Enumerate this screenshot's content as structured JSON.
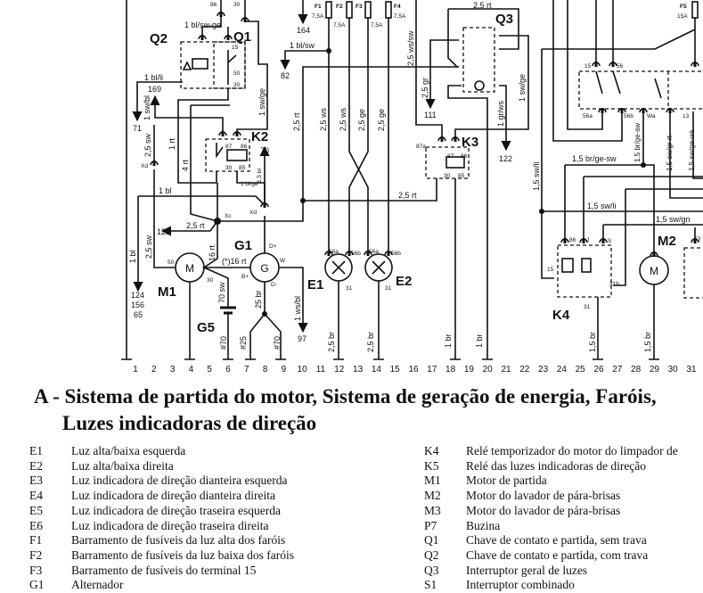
{
  "diagram": {
    "texts": [
      "Q2",
      "Q1",
      "K2",
      "K3",
      "Q3",
      "K4",
      "M1",
      "M2",
      "G1",
      "G5",
      "E1",
      "E2",
      "F1",
      "F2",
      "F3",
      "F4",
      "F5",
      "7,5A",
      "7,5A",
      "7,5A",
      "7,5A",
      "15A",
      "1 bl/sw-ge",
      "1 bl/li",
      "169",
      "71",
      "1 sw/bl",
      "2,5 sw",
      "1 rt",
      "4 rt",
      "1 sw/ge",
      "70",
      "1,5 bl",
      "1 bl/ge",
      "1 bl",
      "2,5 rt",
      "Xc",
      "Xd",
      "Xd",
      "129",
      "2,5 sw",
      "16 rt",
      "(*)16 rt",
      "70 sw",
      "25 br",
      "1 ws/bl",
      "97",
      "#70",
      "#25",
      "#70",
      "124",
      "156",
      "65",
      "1 bl",
      "164",
      "1 bl/sw",
      "82",
      "2,5 rt",
      "2,5 ws",
      "2,5 ws",
      "2,5 ge",
      "2,5 ge",
      "2,5 ws/sw",
      "2,5 rt",
      "2,5 br",
      "2,5 br",
      "2,5 rt",
      "2,5 gr",
      "111",
      "1 gr/ws",
      "1 sw/ge",
      "122",
      "87a",
      "1 br",
      "1 br",
      "1,5 sw/li",
      "1,5 br/ge-sw",
      "1,5 br/ge-sw",
      "1,5 sw/gr-rt",
      "1,5 sw/ge-ws",
      "1,5 sw/li",
      "1,5 sw/gn",
      "1,5 br",
      "1,5 br",
      "86",
      "30",
      "15",
      "50",
      "30",
      "87",
      "86",
      "30",
      "85",
      "D+",
      "W",
      "B+",
      "D-",
      "50",
      "30",
      "56a",
      "56b",
      "56a",
      "56b",
      "31",
      "31",
      "87",
      "86",
      "30",
      "85",
      "15",
      "56",
      "56a",
      "56b",
      "Wa",
      "13",
      "86",
      "J",
      "S",
      "15",
      "31b",
      "31",
      "53"
    ],
    "columns": [
      "1",
      "2",
      "3",
      "4",
      "5",
      "6",
      "7",
      "8",
      "9",
      "10",
      "11",
      "12",
      "13",
      "14",
      "15",
      "16",
      "17",
      "18",
      "19",
      "20",
      "21",
      "22",
      "23",
      "24",
      "25",
      "26",
      "27",
      "28",
      "29",
      "30",
      "31"
    ]
  },
  "title": {
    "line1": "A - Sistema de partida do motor, Sistema de geração de energia, Faróis,",
    "line2": "Luzes indicadoras de direção"
  },
  "legend": {
    "left": [
      {
        "code": "E1",
        "desc": "Luz alta/baixa esquerda"
      },
      {
        "code": "E2",
        "desc": "Luz alta/baixa direita"
      },
      {
        "code": "E3",
        "desc": "Luz indicadora de direção dianteira esquerda"
      },
      {
        "code": "E4",
        "desc": "Luz indicadora de direção dianteira direita"
      },
      {
        "code": "E5",
        "desc": "Luz indicadora de direção traseira esquerda"
      },
      {
        "code": "E6",
        "desc": "Luz indicadora de direção traseira direita"
      },
      {
        "code": "F1",
        "desc": "Barramento de fusíveis da luz alta dos faróis"
      },
      {
        "code": "F2",
        "desc": "Barramento de fusíveis da luz baixa dos faróis"
      },
      {
        "code": "F3",
        "desc": "Barramento de fusíveis do terminal 15"
      },
      {
        "code": "G1",
        "desc": "Alternador"
      }
    ],
    "right": [
      {
        "code": "K4",
        "desc": "Relé temporizador do motor do limpador de"
      },
      {
        "code": "K5",
        "desc": "Relé das luzes indicadoras de direção"
      },
      {
        "code": "M1",
        "desc": "Motor de partida"
      },
      {
        "code": "M2",
        "desc": "Motor do lavador de pára-brisas"
      },
      {
        "code": "M3",
        "desc": "Motor do lavador de pára-brisas"
      },
      {
        "code": "P7",
        "desc": "Buzina"
      },
      {
        "code": "Q1",
        "desc": "Chave de contato e partida, sem trava"
      },
      {
        "code": "Q2",
        "desc": "Chave de contato e partida, com trava"
      },
      {
        "code": "Q3",
        "desc": "Interruptor geral de luzes"
      },
      {
        "code": "S1",
        "desc": "Interruptor combinado"
      }
    ]
  }
}
